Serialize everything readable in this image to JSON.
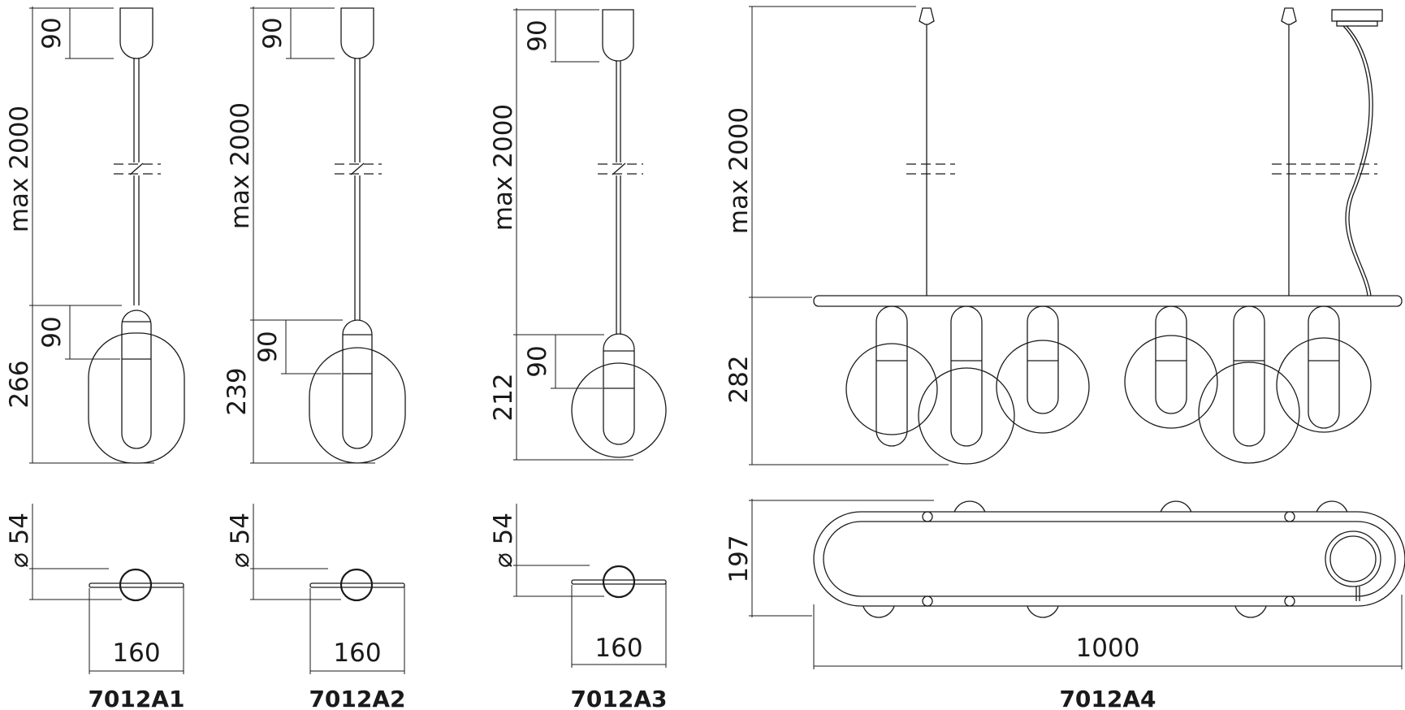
{
  "models": {
    "a1": {
      "code": "7012A1",
      "cable": "max 2000",
      "canopy": "90",
      "fitting": "90",
      "height": "266",
      "diameter": "⌀ 54",
      "width": "160"
    },
    "a2": {
      "code": "7012A2",
      "cable": "max 2000",
      "canopy": "90",
      "fitting": "90",
      "height": "239",
      "diameter": "⌀ 54",
      "width": "160"
    },
    "a3": {
      "code": "7012A3",
      "cable": "max 2000",
      "canopy": "90",
      "fitting": "90",
      "height": "212",
      "diameter": "⌀ 54",
      "width": "160"
    },
    "a4": {
      "code": "7012A4",
      "cable": "max 2000",
      "height": "282",
      "depth": "197",
      "length": "1000"
    }
  }
}
